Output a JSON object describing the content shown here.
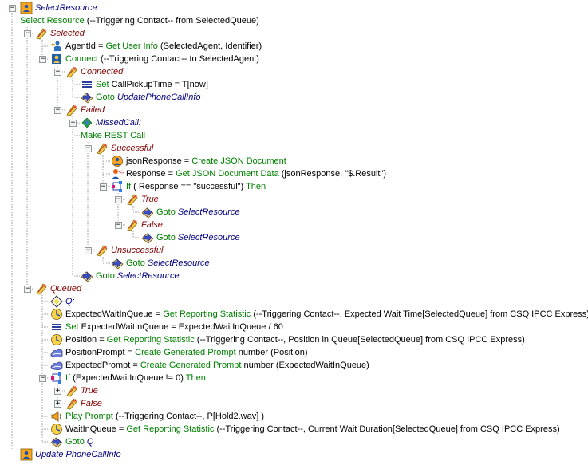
{
  "rows": [
    {
      "lvl": 0,
      "icon": "resource",
      "tog": "-",
      "parts": [
        [
          "SelectResource:",
          "lblblue"
        ]
      ]
    },
    {
      "lvl": 0,
      "icon": "none",
      "tog": "",
      "parts": [
        [
          "Select Resource",
          "g"
        ],
        [
          " (--Triggering Contact-- from SelectedQueue)",
          "k"
        ]
      ]
    },
    {
      "lvl": 1,
      "icon": "branch",
      "tog": "-",
      "parts": [
        [
          "Selected",
          "lbl"
        ]
      ]
    },
    {
      "lvl": 2,
      "icon": "userinfo",
      "tog": "",
      "parts": [
        [
          "AgentId = ",
          "k"
        ],
        [
          "Get User Info",
          "g"
        ],
        [
          " (SelectedAgent, Identifier)",
          "k"
        ]
      ]
    },
    {
      "lvl": 2,
      "icon": "connect",
      "tog": "-",
      "parts": [
        [
          "Connect",
          "g"
        ],
        [
          " (--Triggering Contact-- to SelectedAgent)",
          "k"
        ]
      ]
    },
    {
      "lvl": 3,
      "icon": "branch",
      "tog": "-",
      "parts": [
        [
          "Connected",
          "lbl"
        ]
      ]
    },
    {
      "lvl": 4,
      "icon": "set",
      "tog": "",
      "parts": [
        [
          "Set",
          "g"
        ],
        [
          " CallPickupTime = T[now]",
          "k"
        ]
      ]
    },
    {
      "lvl": 4,
      "icon": "goto",
      "tog": "",
      "parts": [
        [
          "Goto",
          "g"
        ],
        [
          " UpdatePhoneCallInfo",
          "sel"
        ]
      ]
    },
    {
      "lvl": 3,
      "icon": "branch",
      "tog": "-",
      "parts": [
        [
          "Failed",
          "lbl"
        ]
      ]
    },
    {
      "lvl": 4,
      "icon": "label",
      "tog": "-",
      "parts": [
        [
          "MissedCall:",
          "lblblue"
        ]
      ]
    },
    {
      "lvl": 4,
      "icon": "none",
      "tog": "",
      "parts": [
        [
          "Make REST Call",
          "g"
        ]
      ]
    },
    {
      "lvl": 5,
      "icon": "branch",
      "tog": "-",
      "parts": [
        [
          "Successful",
          "lbl"
        ]
      ]
    },
    {
      "lvl": 6,
      "icon": "json",
      "tog": "",
      "parts": [
        [
          "jsonResponse = ",
          "k"
        ],
        [
          "Create JSON Document",
          "g"
        ]
      ]
    },
    {
      "lvl": 6,
      "icon": "jsondata",
      "tog": "",
      "parts": [
        [
          "Response = ",
          "k"
        ],
        [
          "Get JSON Document Data",
          "g"
        ],
        [
          " (jsonResponse, \"$.Result\")",
          "k"
        ]
      ]
    },
    {
      "lvl": 6,
      "icon": "if",
      "tog": "-",
      "parts": [
        [
          "If",
          "g"
        ],
        [
          " ( Response == \"successful\") ",
          "k"
        ],
        [
          "Then",
          "g"
        ]
      ]
    },
    {
      "lvl": 7,
      "icon": "branch",
      "tog": "-",
      "parts": [
        [
          "True",
          "lbl"
        ]
      ]
    },
    {
      "lvl": 8,
      "icon": "goto",
      "tog": "",
      "parts": [
        [
          "Goto",
          "g"
        ],
        [
          " SelectResource",
          "sel"
        ]
      ]
    },
    {
      "lvl": 7,
      "icon": "branch",
      "tog": "-",
      "parts": [
        [
          "False",
          "lbl"
        ]
      ]
    },
    {
      "lvl": 8,
      "icon": "goto",
      "tog": "",
      "parts": [
        [
          "Goto",
          "g"
        ],
        [
          " SelectResource",
          "sel"
        ]
      ]
    },
    {
      "lvl": 5,
      "icon": "branch",
      "tog": "-",
      "parts": [
        [
          "Unsuccessful",
          "lbl"
        ]
      ]
    },
    {
      "lvl": 6,
      "icon": "goto",
      "tog": "",
      "parts": [
        [
          "Goto",
          "g"
        ],
        [
          " SelectResource",
          "sel"
        ]
      ]
    },
    {
      "lvl": 4,
      "icon": "goto",
      "tog": "",
      "parts": [
        [
          "Goto",
          "g"
        ],
        [
          " SelectResource",
          "sel"
        ]
      ]
    },
    {
      "lvl": 1,
      "icon": "branch",
      "tog": "-",
      "parts": [
        [
          "Queued",
          "lbl"
        ]
      ]
    },
    {
      "lvl": 2,
      "icon": "qlabel",
      "tog": "",
      "parts": [
        [
          "Q:",
          "lblblue"
        ]
      ]
    },
    {
      "lvl": 2,
      "icon": "stat",
      "tog": "",
      "parts": [
        [
          "ExpectedWaitInQueue = ",
          "k"
        ],
        [
          "Get Reporting Statistic",
          "g"
        ],
        [
          " (--Triggering Contact--, Expected Wait Time[SelectedQueue] from CSQ IPCC Express)",
          "k"
        ]
      ]
    },
    {
      "lvl": 2,
      "icon": "set",
      "tog": "",
      "parts": [
        [
          "Set",
          "g"
        ],
        [
          " ExpectedWaitInQueue = ExpectedWaitInQueue / 60",
          "k"
        ]
      ]
    },
    {
      "lvl": 2,
      "icon": "stat",
      "tog": "",
      "parts": [
        [
          "Position = ",
          "k"
        ],
        [
          "Get Reporting Statistic",
          "g"
        ],
        [
          " (--Triggering Contact--, Position in Queue[SelectedQueue] from CSQ IPCC Express)",
          "k"
        ]
      ]
    },
    {
      "lvl": 2,
      "icon": "prompt",
      "tog": "",
      "parts": [
        [
          "PositionPrompt = ",
          "k"
        ],
        [
          "Create Generated Prompt",
          "g"
        ],
        [
          " number (Position)",
          "k"
        ]
      ]
    },
    {
      "lvl": 2,
      "icon": "prompt",
      "tog": "",
      "parts": [
        [
          "ExpectedPrompt = ",
          "k"
        ],
        [
          "Create Generated Prompt",
          "g"
        ],
        [
          " number (ExpectedWaitInQueue)",
          "k"
        ]
      ]
    },
    {
      "lvl": 2,
      "icon": "if",
      "tog": "-",
      "parts": [
        [
          "If",
          "g"
        ],
        [
          " (ExpectedWaitInQueue != 0) ",
          "k"
        ],
        [
          "Then",
          "g"
        ]
      ]
    },
    {
      "lvl": 3,
      "icon": "branch",
      "tog": "+",
      "parts": [
        [
          "True",
          "lbl"
        ]
      ]
    },
    {
      "lvl": 3,
      "icon": "branch",
      "tog": "+",
      "parts": [
        [
          "False",
          "lbl"
        ]
      ]
    },
    {
      "lvl": 2,
      "icon": "play",
      "tog": "",
      "parts": [
        [
          "Play Prompt",
          "g"
        ],
        [
          " (--Triggering Contact--, P[Hold2.wav] )",
          "k"
        ]
      ]
    },
    {
      "lvl": 2,
      "icon": "stat",
      "tog": "",
      "parts": [
        [
          "WaitInQueue = ",
          "k"
        ],
        [
          "Get Reporting Statistic",
          "g"
        ],
        [
          " (--Triggering Contact--, Current Wait Duration[SelectedQueue] from CSQ IPCC Express)",
          "k"
        ]
      ]
    },
    {
      "lvl": 2,
      "icon": "goto",
      "tog": "",
      "parts": [
        [
          "Goto",
          "g"
        ],
        [
          " Q",
          "sel"
        ]
      ]
    },
    {
      "lvl": 0,
      "icon": "resource",
      "tog": "",
      "parts": [
        [
          "Update PhoneCallInfo",
          "lblblue"
        ]
      ]
    }
  ]
}
